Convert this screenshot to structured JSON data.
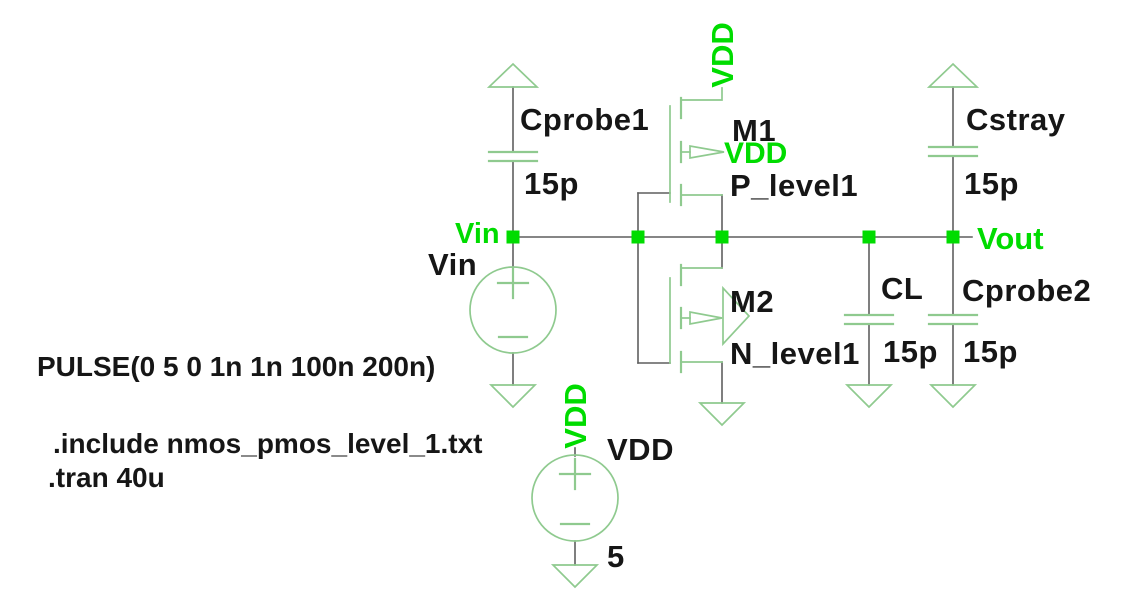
{
  "colors": {
    "background": "#ffffff",
    "wire": "#5f5f5f",
    "symbol": "#8fca8f",
    "net": "#00dc00",
    "ink": "#161616"
  },
  "directives": {
    "pulse": "PULSE(0 5 0 1n 1n 100n 200n)",
    "include": ".include nmos_pmos_level_1.txt",
    "tran": ".tran 40u"
  },
  "nets": {
    "vin": "Vin",
    "vout": "Vout",
    "vdd": "VDD"
  },
  "components": {
    "vin_source": {
      "name": "Vin"
    },
    "vdd_source": {
      "name": "VDD",
      "value": "5"
    },
    "m1": {
      "designator": "M1",
      "model": "P_level1",
      "bulk_net": "VDD"
    },
    "m2": {
      "designator": "M2",
      "model": "N_level1"
    },
    "cprobe1": {
      "name": "Cprobe1",
      "value": "15p"
    },
    "cstray": {
      "name": "Cstray",
      "value": "15p"
    },
    "cl": {
      "name": "CL",
      "value": "15p"
    },
    "cprobe2": {
      "name": "Cprobe2",
      "value": "15p"
    }
  }
}
